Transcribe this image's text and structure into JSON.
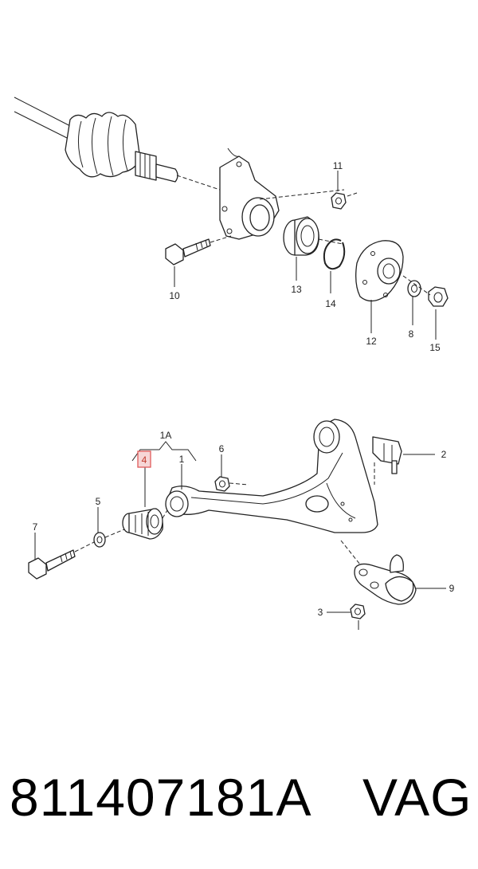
{
  "diagram": {
    "callouts": {
      "c1": "1",
      "c1A": "1A",
      "c2": "2",
      "c3": "3",
      "c4": "4",
      "c5": "5",
      "c6": "6",
      "c7": "7",
      "c8": "8",
      "c9": "9",
      "c10": "10",
      "c11": "11",
      "c12": "12",
      "c13": "13",
      "c14": "14",
      "c15": "15"
    },
    "highlighted_callout": "4",
    "highlight_color": "#e05a5a"
  },
  "footer": {
    "part_number": "811407181A",
    "brand": "VAG"
  }
}
